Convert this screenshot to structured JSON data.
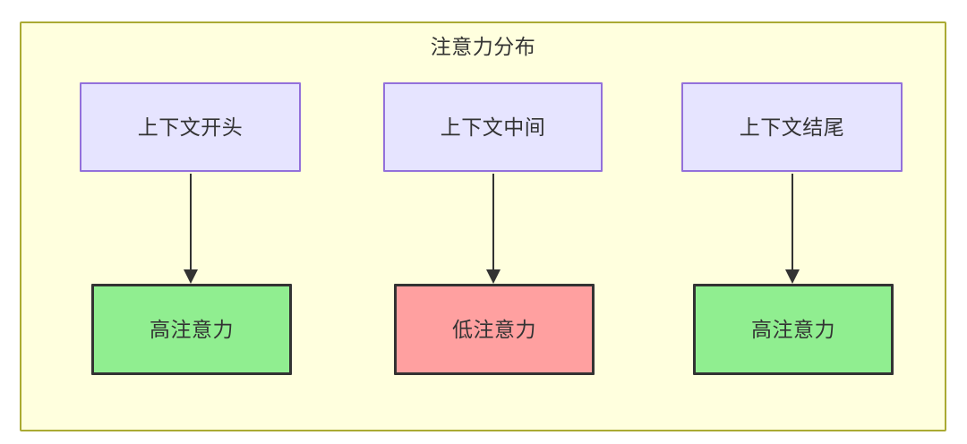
{
  "diagram": {
    "title": "注意力分布",
    "type": "flowchart",
    "container": {
      "fill": "#ffffde",
      "stroke": "#aaaa33"
    },
    "nodes": [
      {
        "id": "ctx-start",
        "label": "上下文开头",
        "group": "context",
        "fill": "#e6e4ff",
        "stroke": "#9370db"
      },
      {
        "id": "ctx-middle",
        "label": "上下文中间",
        "group": "context",
        "fill": "#e6e4ff",
        "stroke": "#9370db"
      },
      {
        "id": "ctx-end",
        "label": "上下文结尾",
        "group": "context",
        "fill": "#e6e4ff",
        "stroke": "#9370db"
      },
      {
        "id": "attn-1",
        "label": "高注意力",
        "group": "attention",
        "fill": "#90ee90",
        "stroke": "#333333"
      },
      {
        "id": "attn-2",
        "label": "低注意力",
        "group": "attention",
        "fill": "#ffa0a0",
        "stroke": "#333333"
      },
      {
        "id": "attn-3",
        "label": "高注意力",
        "group": "attention",
        "fill": "#90ee90",
        "stroke": "#333333"
      }
    ],
    "edges": [
      {
        "from": "ctx-start",
        "to": "attn-1",
        "label": ""
      },
      {
        "from": "ctx-middle",
        "to": "attn-2",
        "label": ""
      },
      {
        "from": "ctx-end",
        "to": "attn-3",
        "label": ""
      }
    ]
  }
}
